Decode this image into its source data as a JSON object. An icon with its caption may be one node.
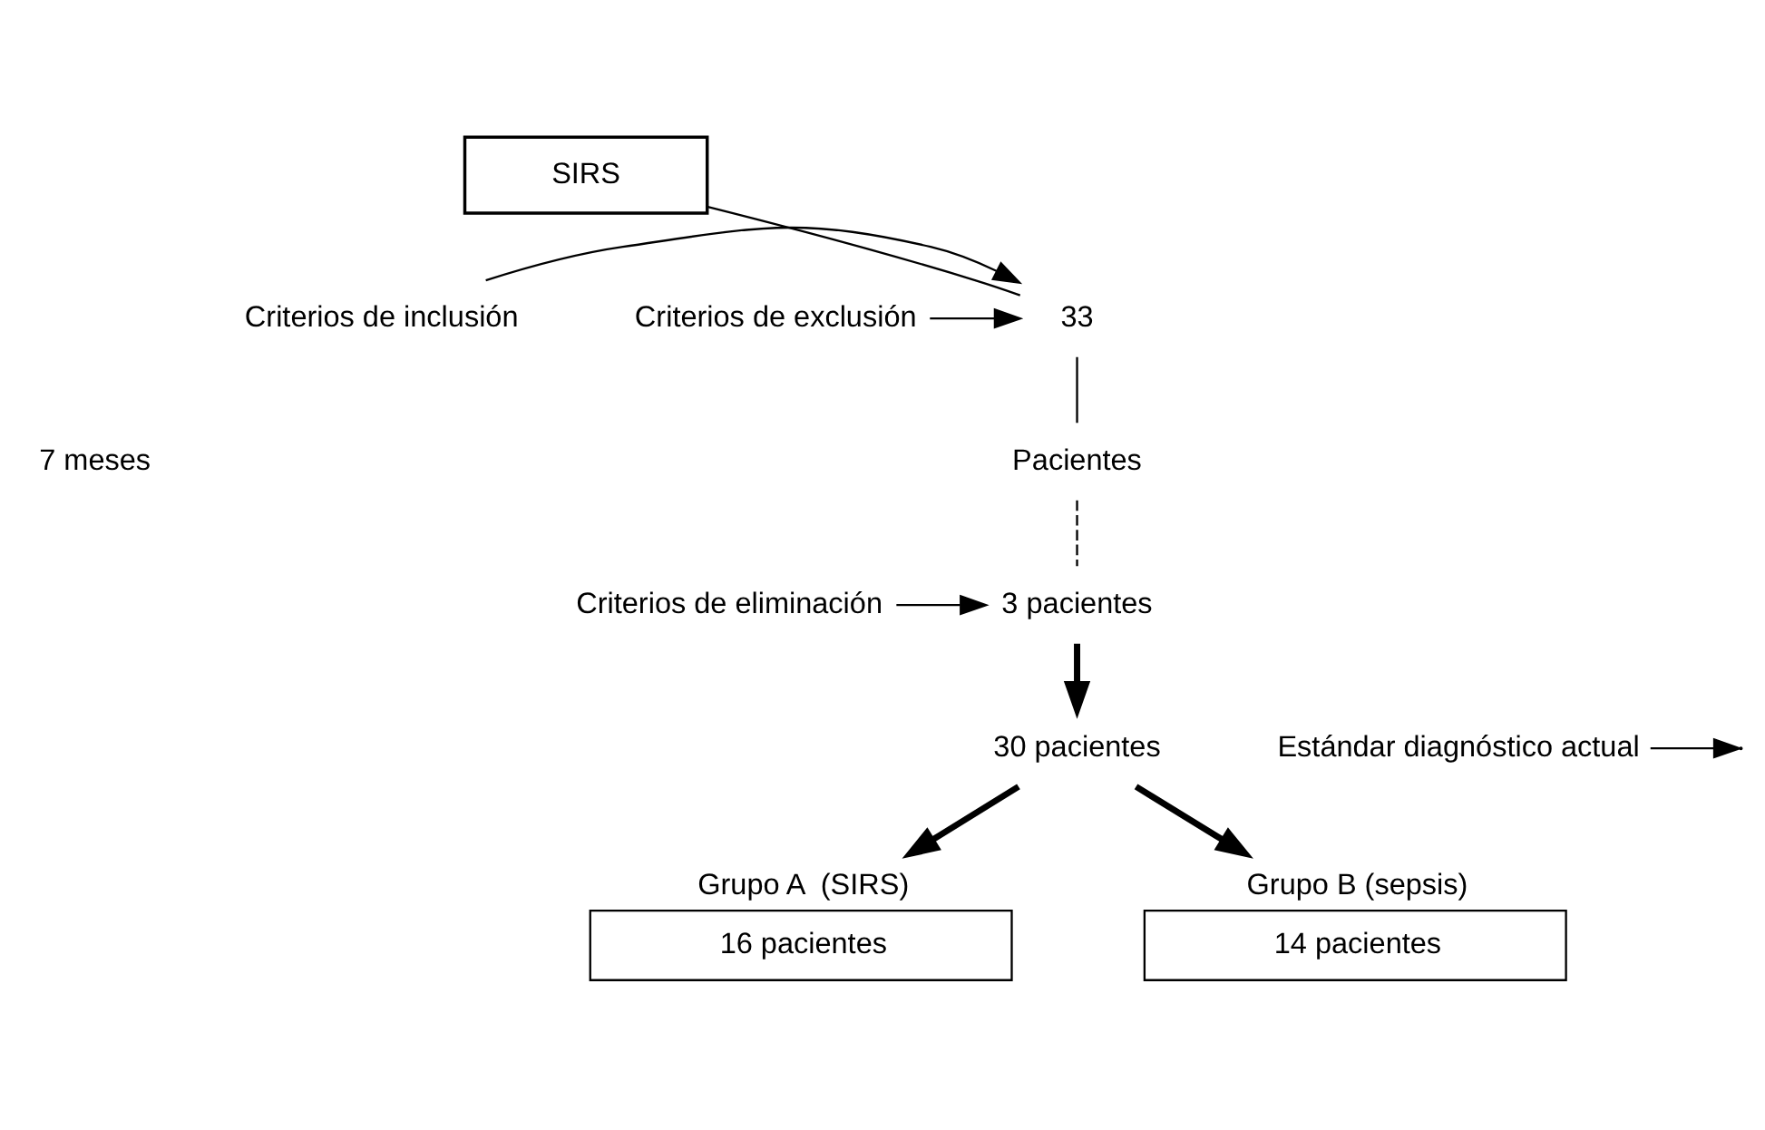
{
  "diagram": {
    "nodes": [
      {
        "text": [
          "SIRS"
        ]
      },
      {
        "text": [
          "33"
        ]
      },
      {
        "text": [
          "Pacientes"
        ]
      },
      {
        "text": [
          "3 pacientes"
        ]
      },
      {
        "text": [
          "30 pacientes"
        ]
      },
      {
        "text": [
          "Grupo A  (SIRS)",
          "16 pacientes"
        ]
      },
      {
        "text": [
          "Grupo B (sepsis)",
          "14 pacientes"
        ]
      },
      {
        "text": [
          "Criterios de inclusión"
        ]
      },
      {
        "text": [
          "Criterios de exclusión"
        ]
      },
      {
        "text": [
          "Criterios de eliminación"
        ]
      },
      {
        "text": [
          "Estándar diagnóstico actual"
        ]
      }
    ],
    "edges": [
      {
        "from": 0,
        "to": 1,
        "arrow": "none"
      },
      {
        "from": 1,
        "to": 2,
        "arrow": "none"
      },
      {
        "from": 2,
        "to": 3,
        "arrow": "none",
        "style": "dashed"
      },
      {
        "from": 3,
        "to": 4,
        "arrow": "to",
        "style": "thick"
      },
      {
        "from": 4,
        "to": 5,
        "arrow": "to",
        "style": "thick"
      },
      {
        "from": 4,
        "to": 6,
        "arrow": "to",
        "style": "thick"
      },
      {
        "from": 7,
        "to": 1,
        "arrow": "to"
      },
      {
        "from": 8,
        "to": 1,
        "arrow": "to"
      },
      {
        "from": 9,
        "to": 3,
        "arrow": "to"
      },
      {
        "from": 10,
        "to": null,
        "arrow": "to"
      }
    ],
    "labels": [
      "7 meses"
    ]
  }
}
